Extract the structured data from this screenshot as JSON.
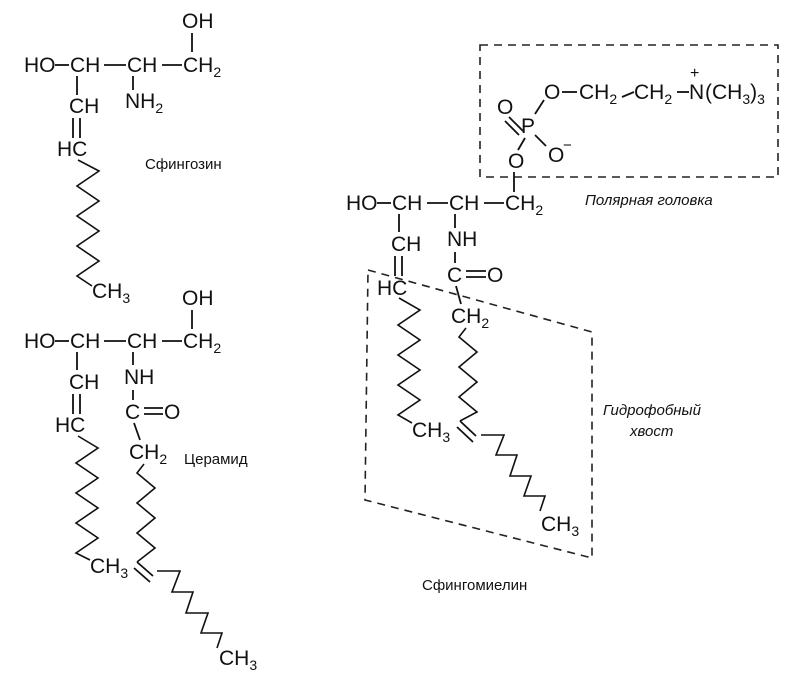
{
  "title": "Sphingolipid structures",
  "structures": {
    "sphingosine": {
      "name": "Сфингозин",
      "groups": {
        "oh_top": "OH",
        "ho": "HO",
        "ch1": "CH",
        "ch2": "CH",
        "ch2_end": "CH",
        "ch2_end_sub": "2",
        "nh2": "NH",
        "nh2_sub": "2",
        "ch_lower": "CH",
        "hc": "HC",
        "ch3": "CH",
        "ch3_sub": "3"
      }
    },
    "ceramide": {
      "name": "Церамид",
      "groups": {
        "oh_top": "OH",
        "ho": "HO",
        "ch1": "CH",
        "ch2": "CH",
        "ch2_end": "CH",
        "ch2_end_sub": "2",
        "nh": "NH",
        "ch_lower": "CH",
        "hc": "HC",
        "carbonyl": "C",
        "carbonyl_o": "O",
        "acyl_ch2": "CH",
        "acyl_ch2_sub": "2",
        "ch3_a": "CH",
        "ch3_a_sub": "3",
        "ch3_b": "CH",
        "ch3_b_sub": "3"
      }
    },
    "sphingomyelin": {
      "name": "Сфингомиелин",
      "groups": {
        "ho": "HO",
        "ch1": "CH",
        "ch2": "CH",
        "ch2_end": "CH",
        "ch2_end_sub": "2",
        "nh": "NH",
        "ch_lower": "CH",
        "hc": "HC",
        "carbonyl": "C",
        "carbonyl_o": "O",
        "acyl_ch2": "CH",
        "acyl_ch2_sub": "2",
        "ch3_a": "CH",
        "ch3_a_sub": "3",
        "ch3_b": "CH",
        "ch3_b_sub": "3",
        "phosphate_o_double": "O",
        "phosphorus": "P",
        "phosphate_o_ester": "O",
        "phosphate_o_minus": "O",
        "minus_charge": "−",
        "phosphate_o_link": "O",
        "choline_ch2a": "CH",
        "choline_ch2a_sub": "2",
        "choline_ch2b": "CH",
        "choline_ch2b_sub": "2",
        "nitrogen": "N",
        "plus_charge": "+",
        "trimethyl": "(CH",
        "trimethyl_sub": "3",
        "trimethyl_close": ")",
        "trimethyl_count": "3"
      },
      "regions": {
        "polar_head": "Полярная головка",
        "hydrophobic_tail_line1": "Гидрофобный",
        "hydrophobic_tail_line2": "хвост"
      }
    }
  }
}
